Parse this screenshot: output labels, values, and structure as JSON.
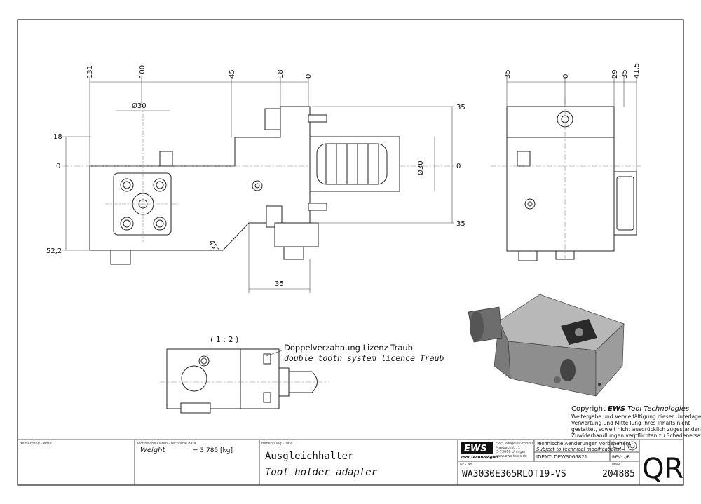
{
  "drawing": {
    "top_dims": [
      "131",
      "100",
      "45",
      "18",
      "0"
    ],
    "side_top_dims": [
      "35",
      "0",
      "29",
      "35",
      "41,5"
    ],
    "left_dims": [
      "18",
      "0",
      "52,2"
    ],
    "right_dims": [
      "35",
      "0",
      "35"
    ],
    "diam_top": "Ø30",
    "diam_shank": "Ø30",
    "angle": "45°",
    "bottom_dim": "35",
    "scale": "( 1 : 2 )",
    "note_de": "Doppelverzahnung Lizenz Traub",
    "note_en": "double tooth system licence Traub"
  },
  "copyright": {
    "line1_prefix": "Copyright ",
    "line1_brand": "EWS",
    "line1_suffix": " Tool Technologies",
    "lines": [
      "Weitergabe und Vervielfältigung dieser Unterlage,",
      "Verwertung und Mitteilung ihres Inhalts nicht",
      "gestattet, soweit nicht ausdrücklich zugestanden.",
      "Zuwiderhandlungen verpflichten zu Schadenersatz."
    ]
  },
  "titleblock": {
    "remark_label": "Bemerkung - Note",
    "tech_label": "Technische Daten - technical data",
    "weight_label": "Weight",
    "weight_value": "= 3.785 [kg]",
    "name_label": "Benennung - Title",
    "title_de": "Ausgleichhalter",
    "title_en": "Tool holder adapter",
    "logo": "EWS",
    "logo_sub": "Tool Technologies",
    "company": [
      "EWS Weigele GmbH & Co. KG",
      "Maybachstr. 1",
      "D-73066 Uhingen",
      "www.ews-tools.de"
    ],
    "change_de": "Technische Aenderungen vorbehalten!",
    "change_en": "Subject to technical modifications!",
    "ident": "IDENT: DEWS066821",
    "rev": "REV: -/B",
    "nr_label": "Nr - No",
    "part_no": "WA3030E365RLOT19-VS",
    "mnr_label": "MNR",
    "mnr": "204885",
    "qr": "QR"
  }
}
